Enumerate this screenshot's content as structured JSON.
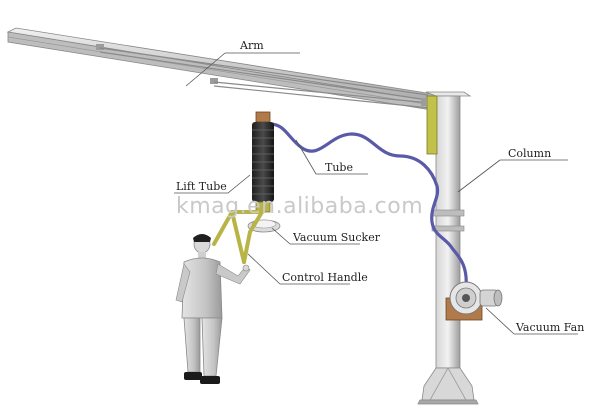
{
  "labels": {
    "arm": "Arm",
    "tube": "Tube",
    "column": "Column",
    "lift_tube": "Lift Tube",
    "vacuum_sucker": "Vacuum Sucker",
    "control_handle": "Control Handle",
    "vacuum_fan": "Vacuum Fan"
  },
  "watermark": "kmag.en.alibaba.com",
  "colors": {
    "steel": "#c8c8c8",
    "steel_dark": "#8f8f8f",
    "hose": "#5a5aa8",
    "lift_tube": "#2e2e2e",
    "handle": "#b9b446",
    "bracket": "#c2c24a",
    "motor": "#b07a4a",
    "leader": "#555555"
  }
}
